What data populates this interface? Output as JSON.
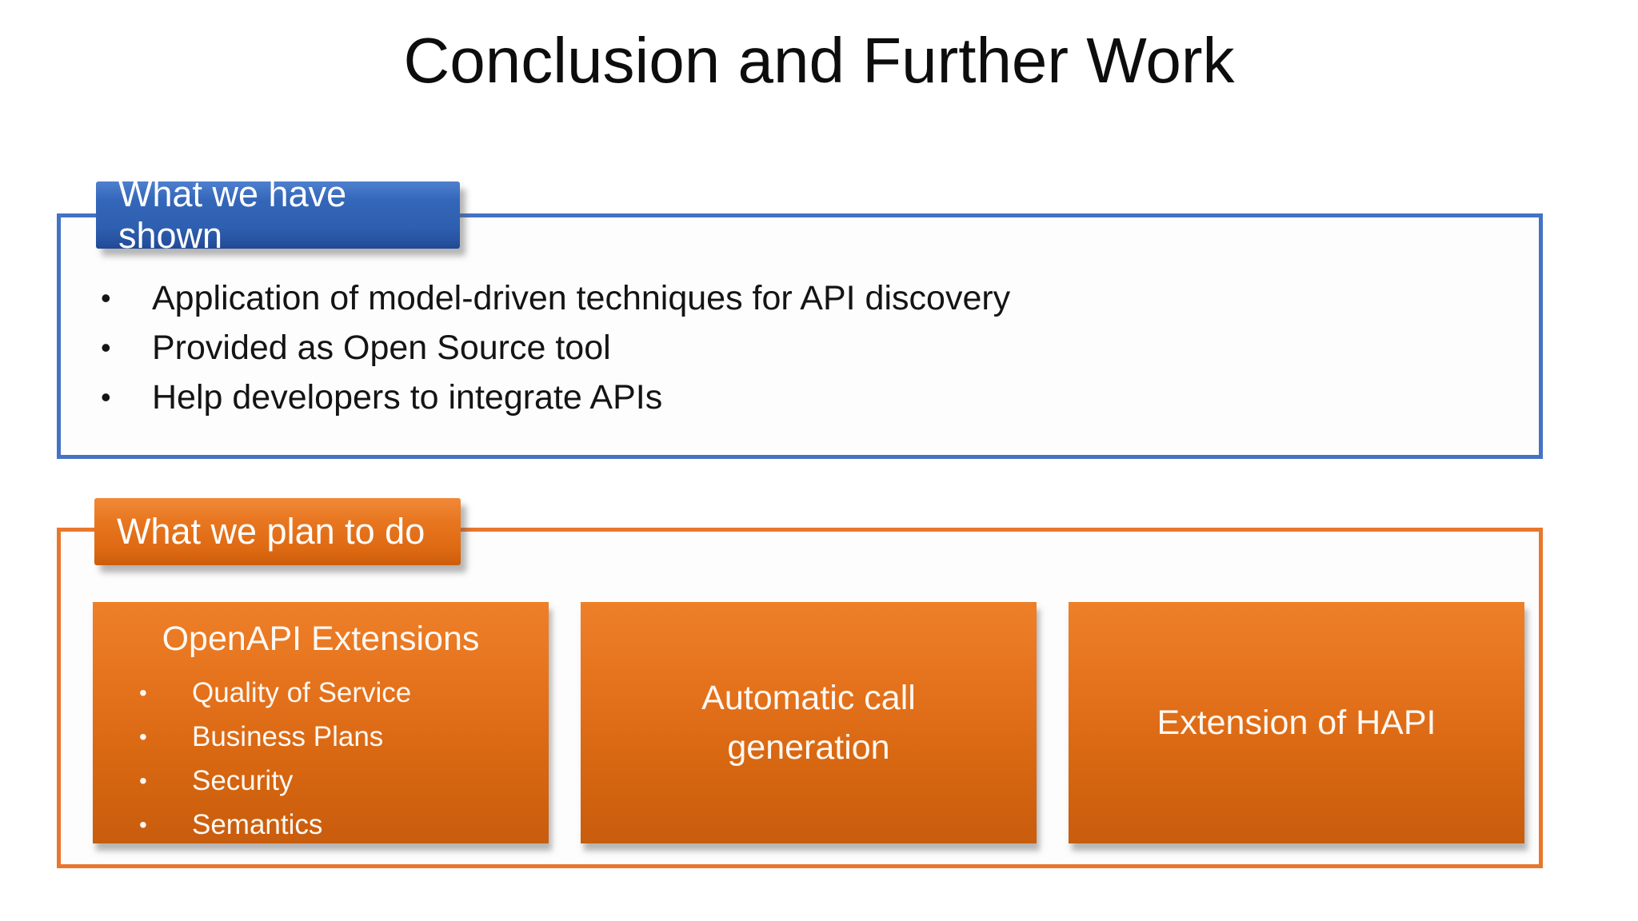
{
  "slide": {
    "title": "Conclusion and Further Work"
  },
  "colors": {
    "blue_accent": "#4472C4",
    "orange_accent": "#E8772E",
    "card_orange_top": "#ee8029",
    "card_orange_bottom": "#c85d0e"
  },
  "shown": {
    "header": "What we have shown",
    "bullets": [
      "Application of model-driven techniques for API discovery",
      "Provided as Open Source tool",
      "Help developers to integrate APIs"
    ]
  },
  "plan": {
    "header": "What we plan to do",
    "cards": [
      {
        "title": "OpenAPI Extensions",
        "bullets": [
          "Quality of Service",
          "Business Plans",
          "Security",
          "Semantics"
        ]
      },
      {
        "title_line1": "Automatic call",
        "title_line2": "generation"
      },
      {
        "title": "Extension of HAPI"
      }
    ]
  }
}
